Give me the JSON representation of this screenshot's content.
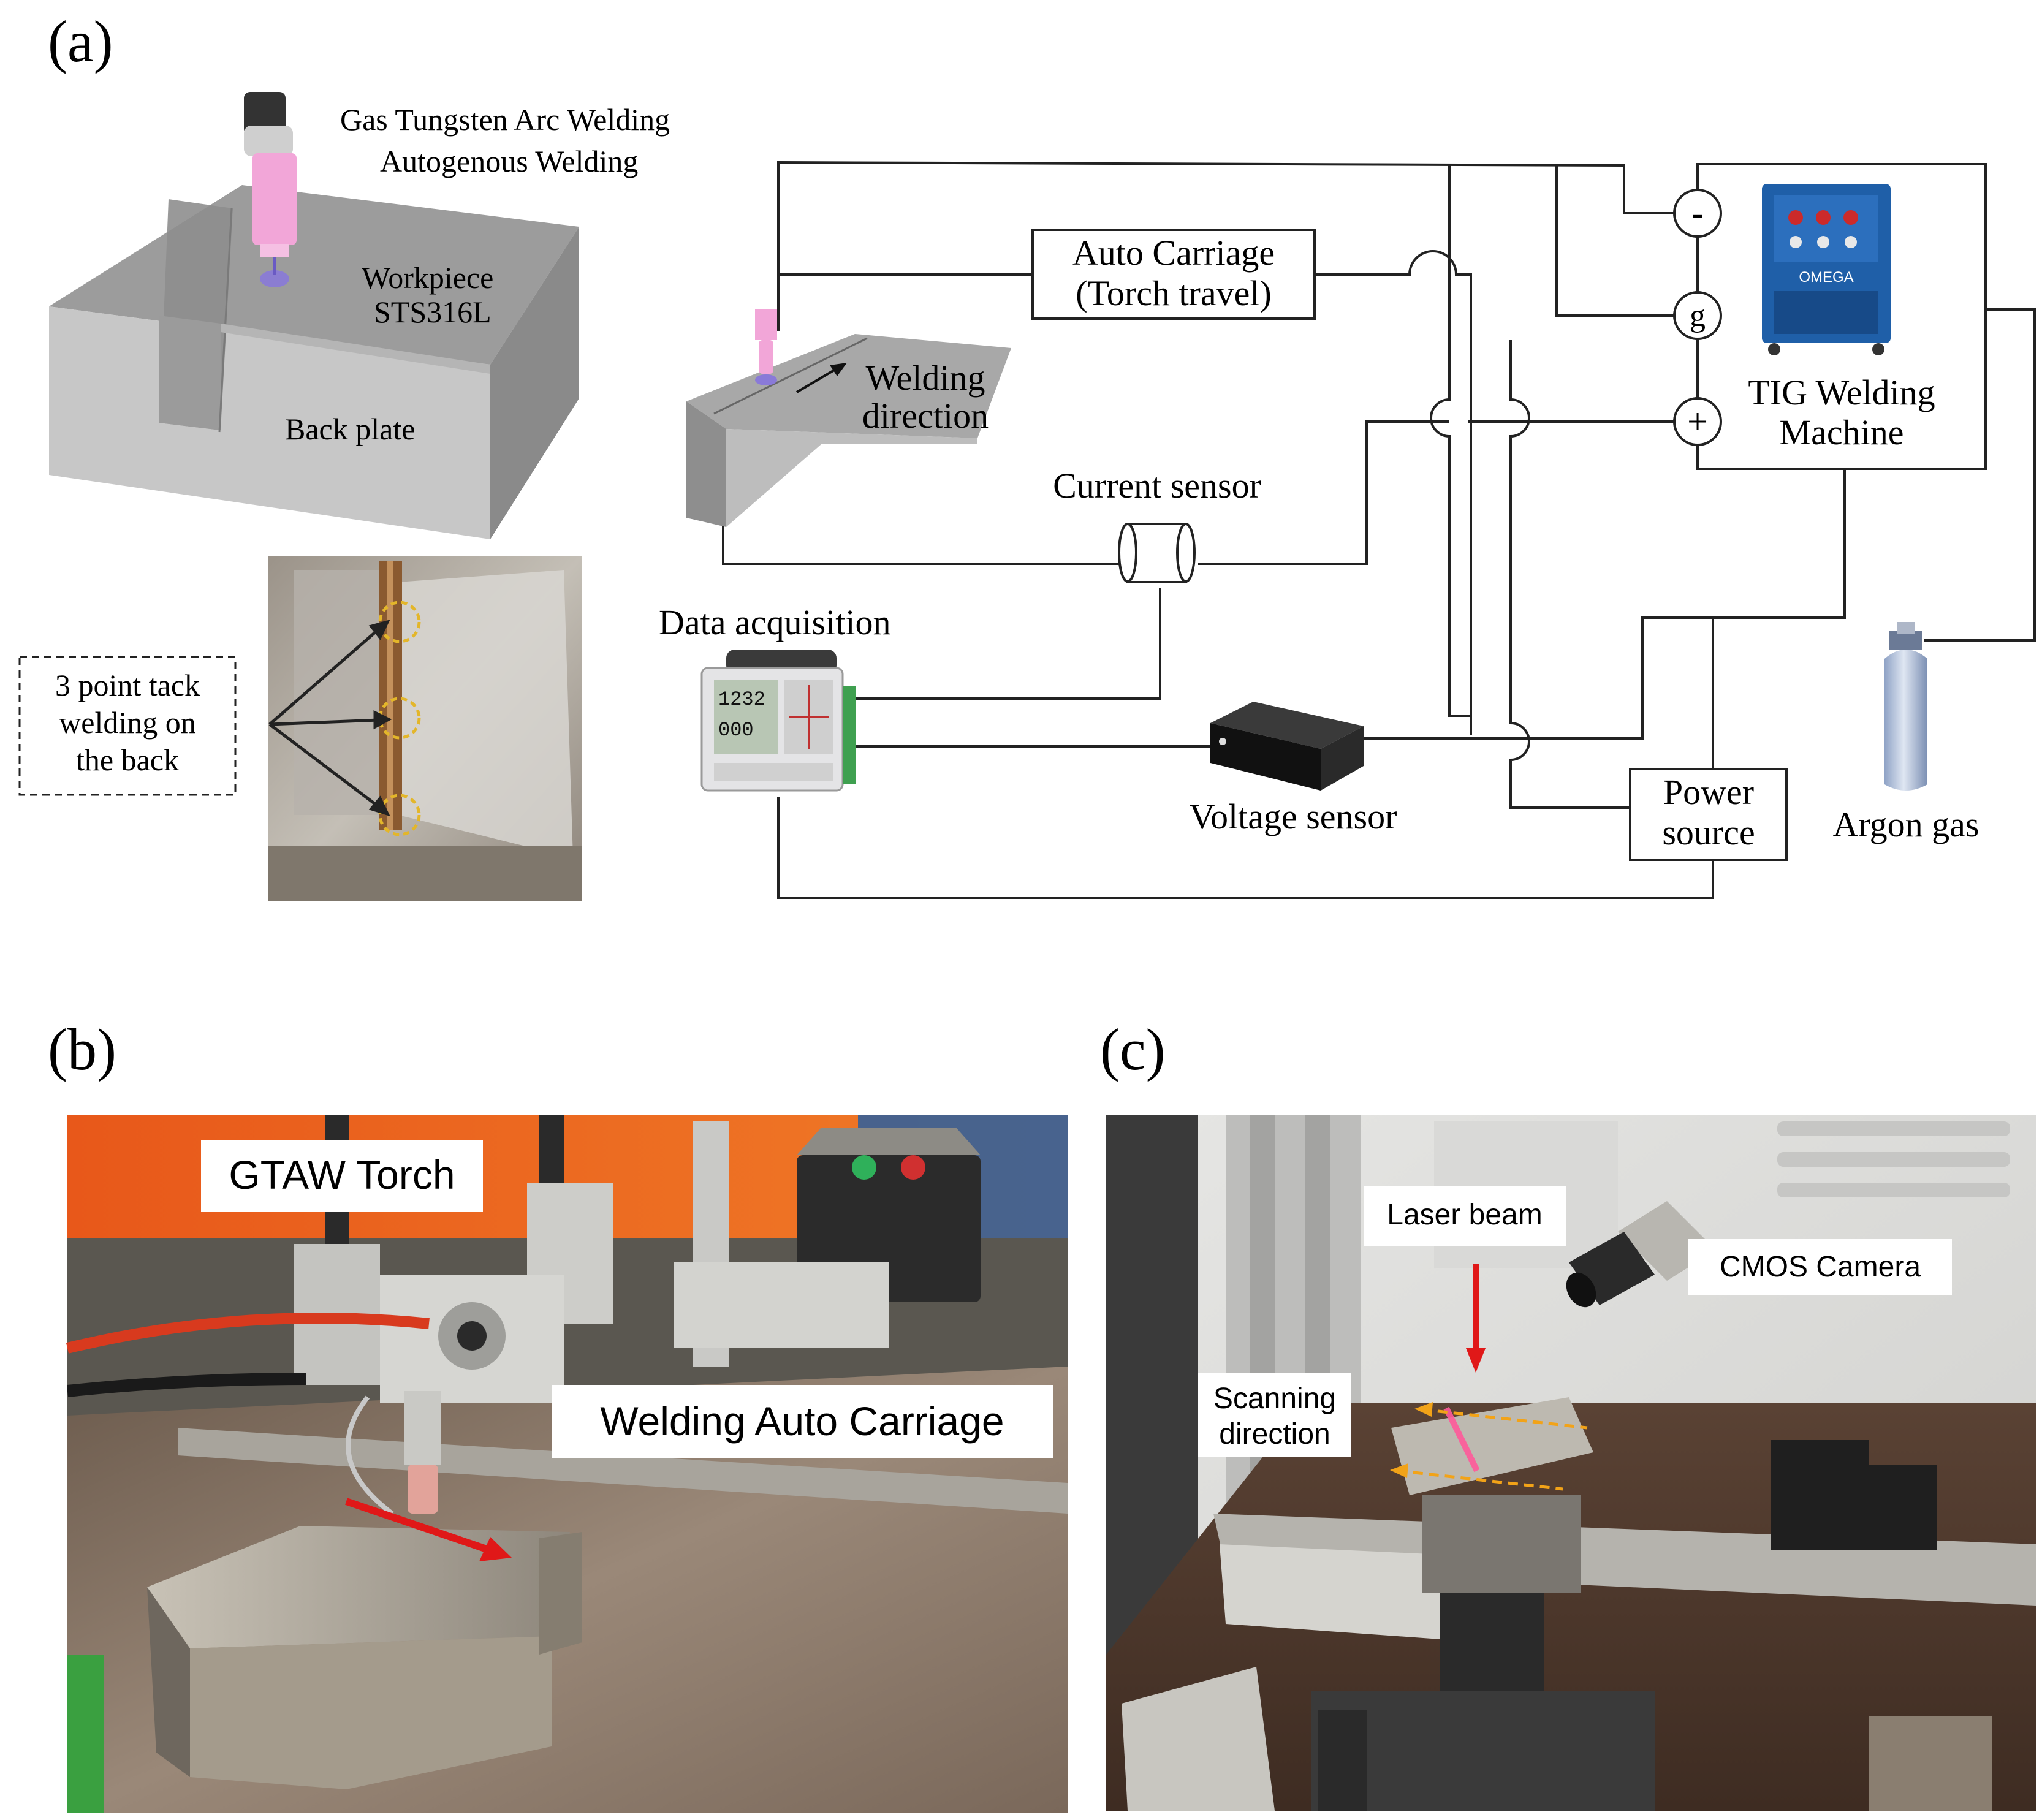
{
  "figure": {
    "panel_a": {
      "label": "(a)",
      "process_line1": "Gas Tungsten Arc Welding",
      "process_line2": "Autogenous Welding",
      "workpiece_line1": "Workpiece",
      "workpiece_line2": "STS316L",
      "back_plate": "Back plate",
      "tack_line1": "3 point tack",
      "tack_line2": "welding on",
      "tack_line3": "the back",
      "auto_carriage_line1": "Auto Carriage",
      "auto_carriage_line2": "(Torch travel)",
      "welding_direction_line1": "Welding",
      "welding_direction_line2": "direction",
      "current_sensor": "Current sensor",
      "data_acquisition": "Data acquisition",
      "voltage_sensor": "Voltage sensor",
      "power_source_line1": "Power",
      "power_source_line2": "source",
      "terminal_minus": "-",
      "terminal_g": "g",
      "terminal_plus": "+",
      "tig_line1": "TIG Welding",
      "tig_line2": "Machine",
      "argon_gas": "Argon gas",
      "daq_display_1": "1232",
      "daq_display_2": "000",
      "machine_brand": "OMEGA"
    },
    "panel_b": {
      "label": "(b)",
      "torch_label": "GTAW Torch",
      "carriage_label": "Welding Auto Carriage"
    },
    "panel_c": {
      "label": "(c)",
      "laser_label": "Laser beam",
      "camera_label": "CMOS Camera",
      "scan_line1": "Scanning",
      "scan_line2": "direction"
    }
  },
  "colors": {
    "torch_pink": "#f2a6d8",
    "arc_purple": "#8a7ad8",
    "arrow_red": "#e01818",
    "scan_orange": "#f2a318",
    "tack_circle": "#e3b62a",
    "machine_blue": "#1f5fa8"
  }
}
